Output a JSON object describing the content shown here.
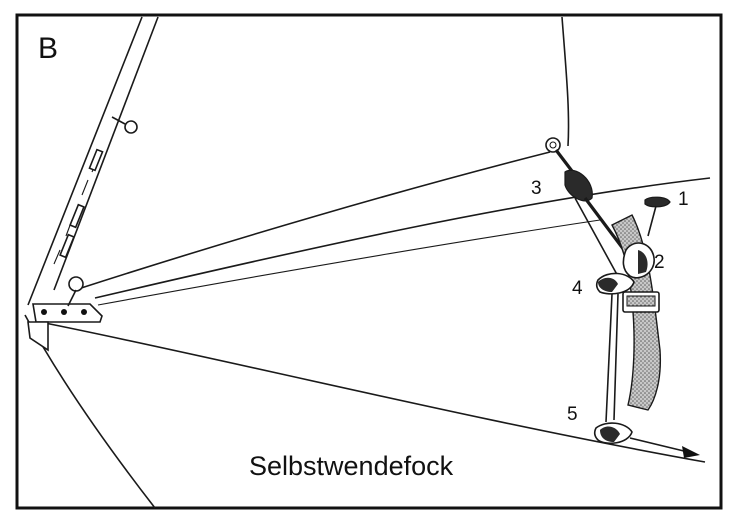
{
  "diagram": {
    "panel_label": "B",
    "caption": "Selbstwendefock",
    "callouts": [
      "1",
      "2",
      "3",
      "4",
      "5"
    ]
  }
}
